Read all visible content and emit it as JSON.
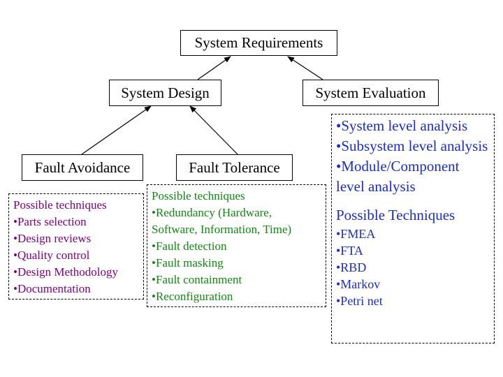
{
  "nodes": {
    "system_requirements": "System Requirements",
    "system_design": "System Design",
    "system_evaluation": "System Evaluation",
    "fault_avoidance": "Fault Avoidance",
    "fault_tolerance": "Fault Tolerance"
  },
  "fault_avoidance_panel": {
    "heading": "Possible techniques",
    "items": [
      "•Parts selection",
      "•Design reviews",
      "•Quality control",
      "•Design Methodology",
      "•Documentation"
    ],
    "color": "#800080"
  },
  "fault_tolerance_panel": {
    "heading": "Possible techniques",
    "items": [
      "•Redundancy (Hardware,",
      "Software, Information, Time)",
      "•Fault detection",
      "•Fault masking",
      "•Fault containment",
      "•Reconfiguration"
    ],
    "color": "#118811"
  },
  "evaluation_panel": {
    "analysis_items": [
      "•System level analysis",
      "•Subsystem level analysis",
      "•Module/Component level analysis"
    ],
    "techniques_heading": "Possible Techniques",
    "techniques": [
      "•FMEA",
      "•FTA",
      "•RBD",
      "•Markov",
      "•Petri net"
    ],
    "color": "#1a2ccc"
  }
}
